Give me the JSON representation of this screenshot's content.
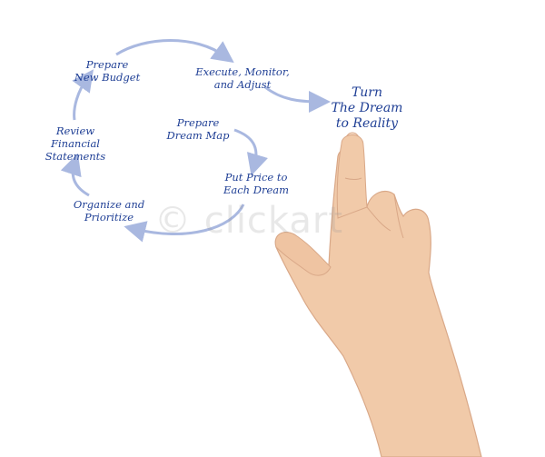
{
  "diagram": {
    "steps": [
      {
        "id": "prepare-new-budget",
        "text": "Prepare\nNew Budget"
      },
      {
        "id": "execute-monitor-adjust",
        "text": "Execute, Monitor,\nand Adjust"
      },
      {
        "id": "review-financial-statements",
        "text": "Review\nFinancial\nStatements"
      },
      {
        "id": "prepare-dream-map",
        "text": "Prepare\nDream  Map"
      },
      {
        "id": "put-price-each-dream",
        "text": "Put Price  to\nEach Dream"
      },
      {
        "id": "organize-prioritize",
        "text": "Organize and\nPrioritize"
      }
    ],
    "goal": "Turn\nThe Dream\nto Reality"
  },
  "watermark": "© clickart",
  "colors": {
    "text": "#1f3f95",
    "arrow": "#a9b8e0",
    "skin": "#f0c8a8"
  }
}
